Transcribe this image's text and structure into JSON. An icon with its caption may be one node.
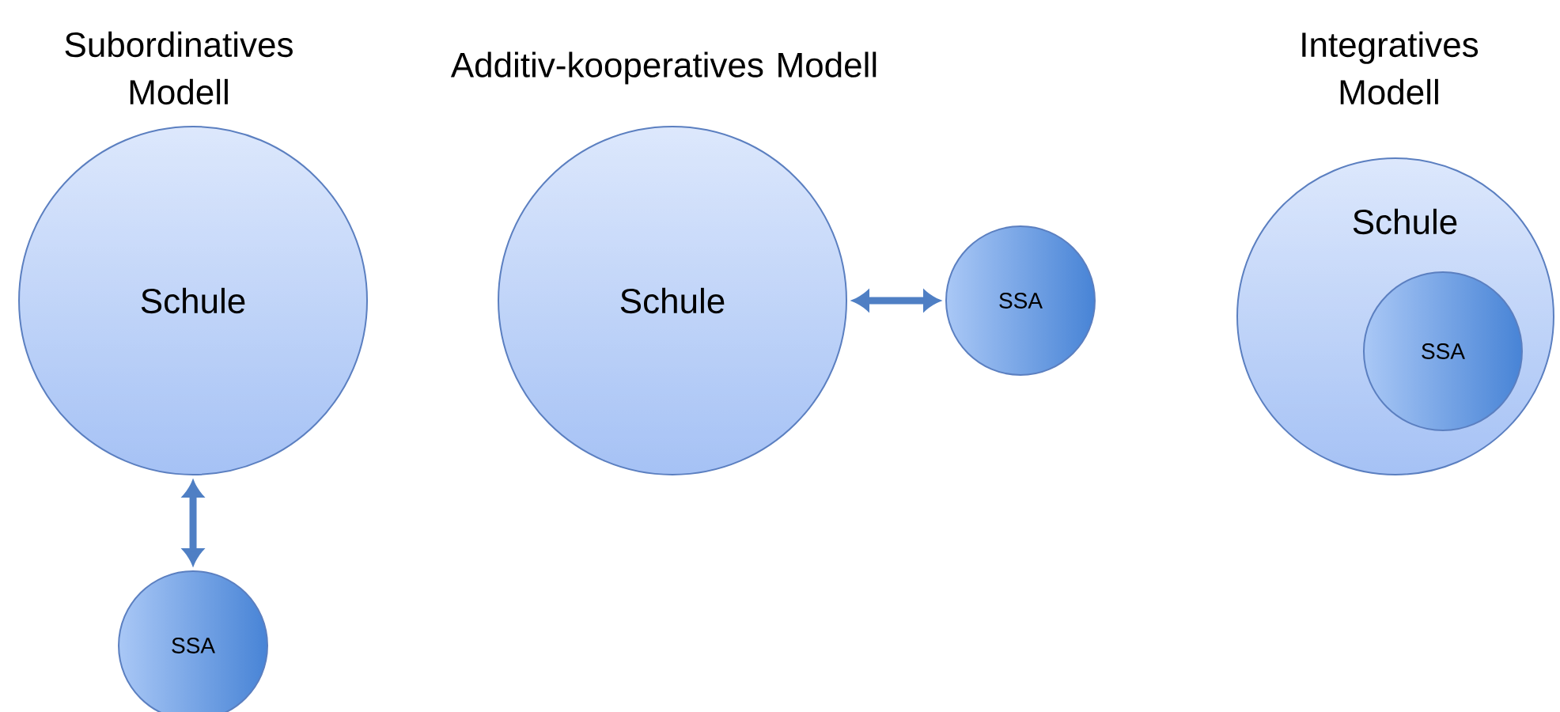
{
  "diagram": {
    "nodes": [
      {
        "text": [
          "Schule"
        ]
      },
      {
        "text": [
          "SSA"
        ]
      },
      {
        "text": [
          "Schule"
        ]
      },
      {
        "text": [
          "SSA"
        ]
      },
      {
        "text": [
          "Schule"
        ]
      },
      {
        "text": [
          "SSA"
        ],
        "in": 4
      }
    ],
    "edges": [
      {
        "from": 0,
        "to": 1,
        "arrow": "both"
      },
      {
        "from": 2,
        "to": 3,
        "arrow": "both"
      }
    ],
    "labels": [
      "Subordinatives Modell",
      "Additiv-kooperatives Modell",
      "Integratives Modell"
    ]
  }
}
